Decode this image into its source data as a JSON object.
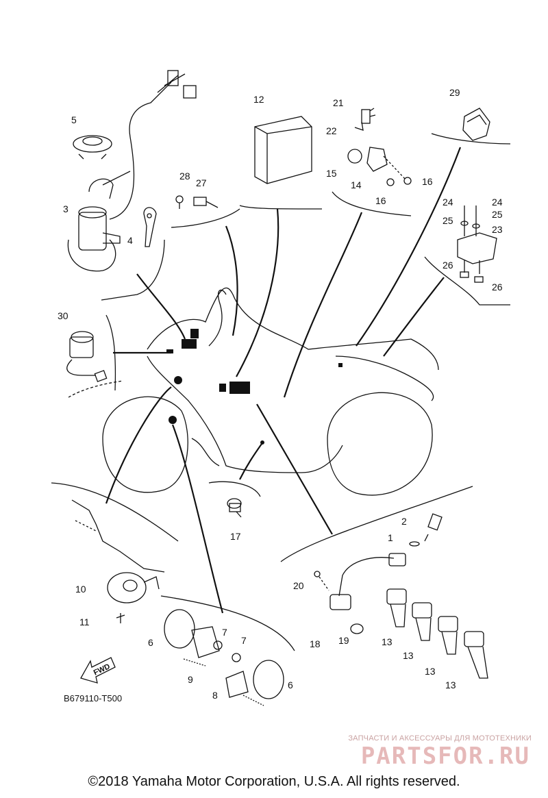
{
  "diagram": {
    "callouts": [
      "1",
      "2",
      "3",
      "4",
      "5",
      "6",
      "6",
      "7",
      "7",
      "8",
      "9",
      "10",
      "11",
      "12",
      "13",
      "13",
      "13",
      "13",
      "14",
      "15",
      "16",
      "16",
      "17",
      "18",
      "19",
      "20",
      "21",
      "22",
      "23",
      "24",
      "24",
      "25",
      "25",
      "26",
      "26",
      "27",
      "28",
      "29",
      "30"
    ],
    "fwd_label": "FWD",
    "drawing_code": "B679110-T500"
  },
  "footer": {
    "copyright": "©2018 Yamaha Motor Corporation, U.S.A. All rights reserved."
  },
  "watermark": {
    "tagline": "ЗАПЧАСТИ И АКСЕССУАРЫ ДЛЯ МОТОТЕХНИКИ",
    "logo": "PARTSFOR.RU"
  }
}
